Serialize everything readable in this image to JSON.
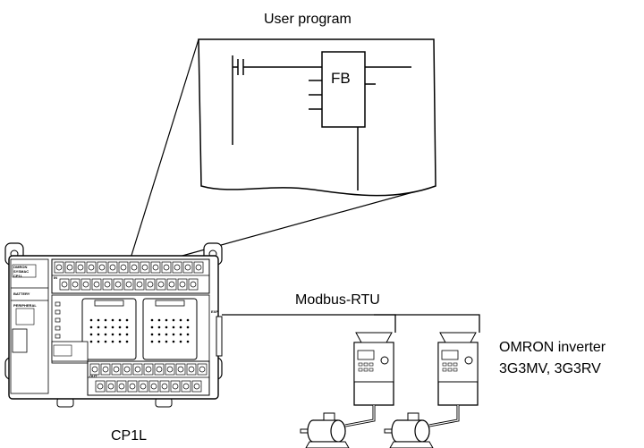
{
  "labels": {
    "user_program": "User program",
    "fb": "FB",
    "modbus": "Modbus-RTU",
    "inverter_line1": "OMRON inverter",
    "inverter_line2": "3G3MV, 3G3RV",
    "plc_name": "CP1L"
  },
  "plc_panel": {
    "brand": "OMRON",
    "model_line1": "SYSMAC",
    "model_line2": "CP1L",
    "battery": "BATTERY",
    "peripheral": "PERIPHERAL",
    "exp": "EXP",
    "input_mark": "IN",
    "output_mark": "OUT"
  }
}
